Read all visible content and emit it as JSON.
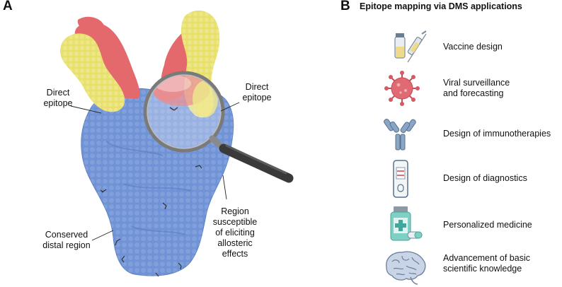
{
  "panel_a": {
    "letter": "A",
    "labels": {
      "direct_epitope_left": [
        "Direct",
        "epitope"
      ],
      "direct_epitope_right": [
        "Direct",
        "epitope"
      ],
      "region_allosteric": [
        "Region",
        "susceptible",
        "of eliciting",
        "allosteric",
        "effects"
      ],
      "conserved_distal": [
        "Conserved",
        "distal region"
      ]
    },
    "colors": {
      "spike_body": "#6f93d6",
      "epitope_red": "#e4696c",
      "antibody_yellow": "#e8e06a",
      "lens_frame": "#7a7a7a",
      "lens_handle": "#3a3a3a"
    }
  },
  "panel_b": {
    "letter": "B",
    "title": "Epitope mapping via DMS applications",
    "items": [
      {
        "icon": "vaccine-syringe-icon",
        "label": [
          "Vaccine design"
        ]
      },
      {
        "icon": "virus-icon",
        "label": [
          "Viral surveillance",
          "and forecasting"
        ]
      },
      {
        "icon": "antibody-icon",
        "label": [
          "Design of immunotherapies"
        ]
      },
      {
        "icon": "diagnostic-test-icon",
        "label": [
          "Design of diagnostics"
        ]
      },
      {
        "icon": "medicine-bottle-icon",
        "label": [
          "Personalized medicine"
        ]
      },
      {
        "icon": "brain-icon",
        "label": [
          "Advancement of basic",
          "scientific knowledge"
        ]
      }
    ]
  }
}
